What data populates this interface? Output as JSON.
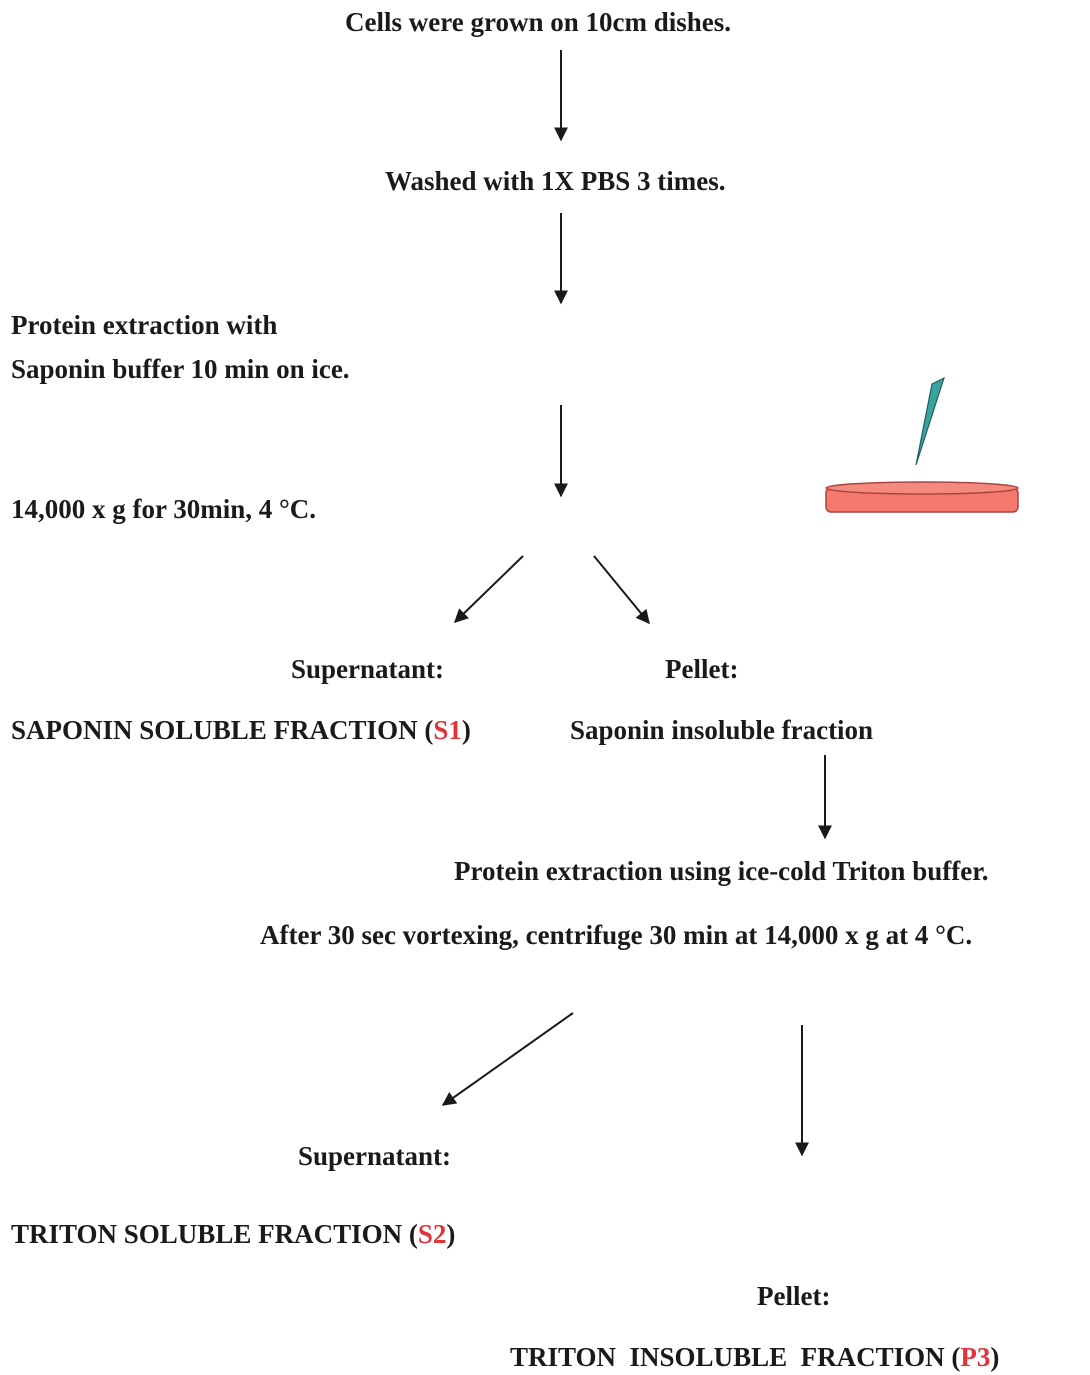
{
  "steps": {
    "grow": "Cells were grown on 10cm dishes.",
    "wash": "Washed with 1X PBS 3 times.",
    "extract_line1": "Protein extraction with",
    "extract_line2": "Saponin buffer 10 min on ice.",
    "spin": "14,000 x g for 30min, 4 °C."
  },
  "saponin_split": {
    "supernatant_label": "Supernatant:",
    "supernatant_fraction": "SAPONIN SOLUBLE FRACTION (",
    "supernatant_code": "S1",
    "supernatant_close": ")",
    "pellet_label": "Pellet:",
    "pellet_fraction": "Saponin insoluble fraction"
  },
  "triton_step": {
    "line1": "Protein extraction using ice-cold Triton buffer.",
    "line2": "After 30 sec vortexing, centrifuge 30 min at 14,000 x g at 4 °C."
  },
  "triton_split": {
    "supernatant_label": "Supernatant:",
    "supernatant_fraction": "TRITON SOLUBLE FRACTION (",
    "supernatant_code": "S2",
    "supernatant_close": ")",
    "pellet_label": "Pellet:",
    "pellet_fraction": "TRITON  INSOLUBLE  FRACTION (",
    "pellet_code": "P3",
    "pellet_close": ")"
  },
  "colors": {
    "fraction_code": "#e0343a",
    "dish_fill": "#f4786c",
    "pipette_tip": "#3aa3a0"
  },
  "icons": {
    "illustration": "petri-dish-with-pipette-icon",
    "arrow": "arrow-icon"
  }
}
